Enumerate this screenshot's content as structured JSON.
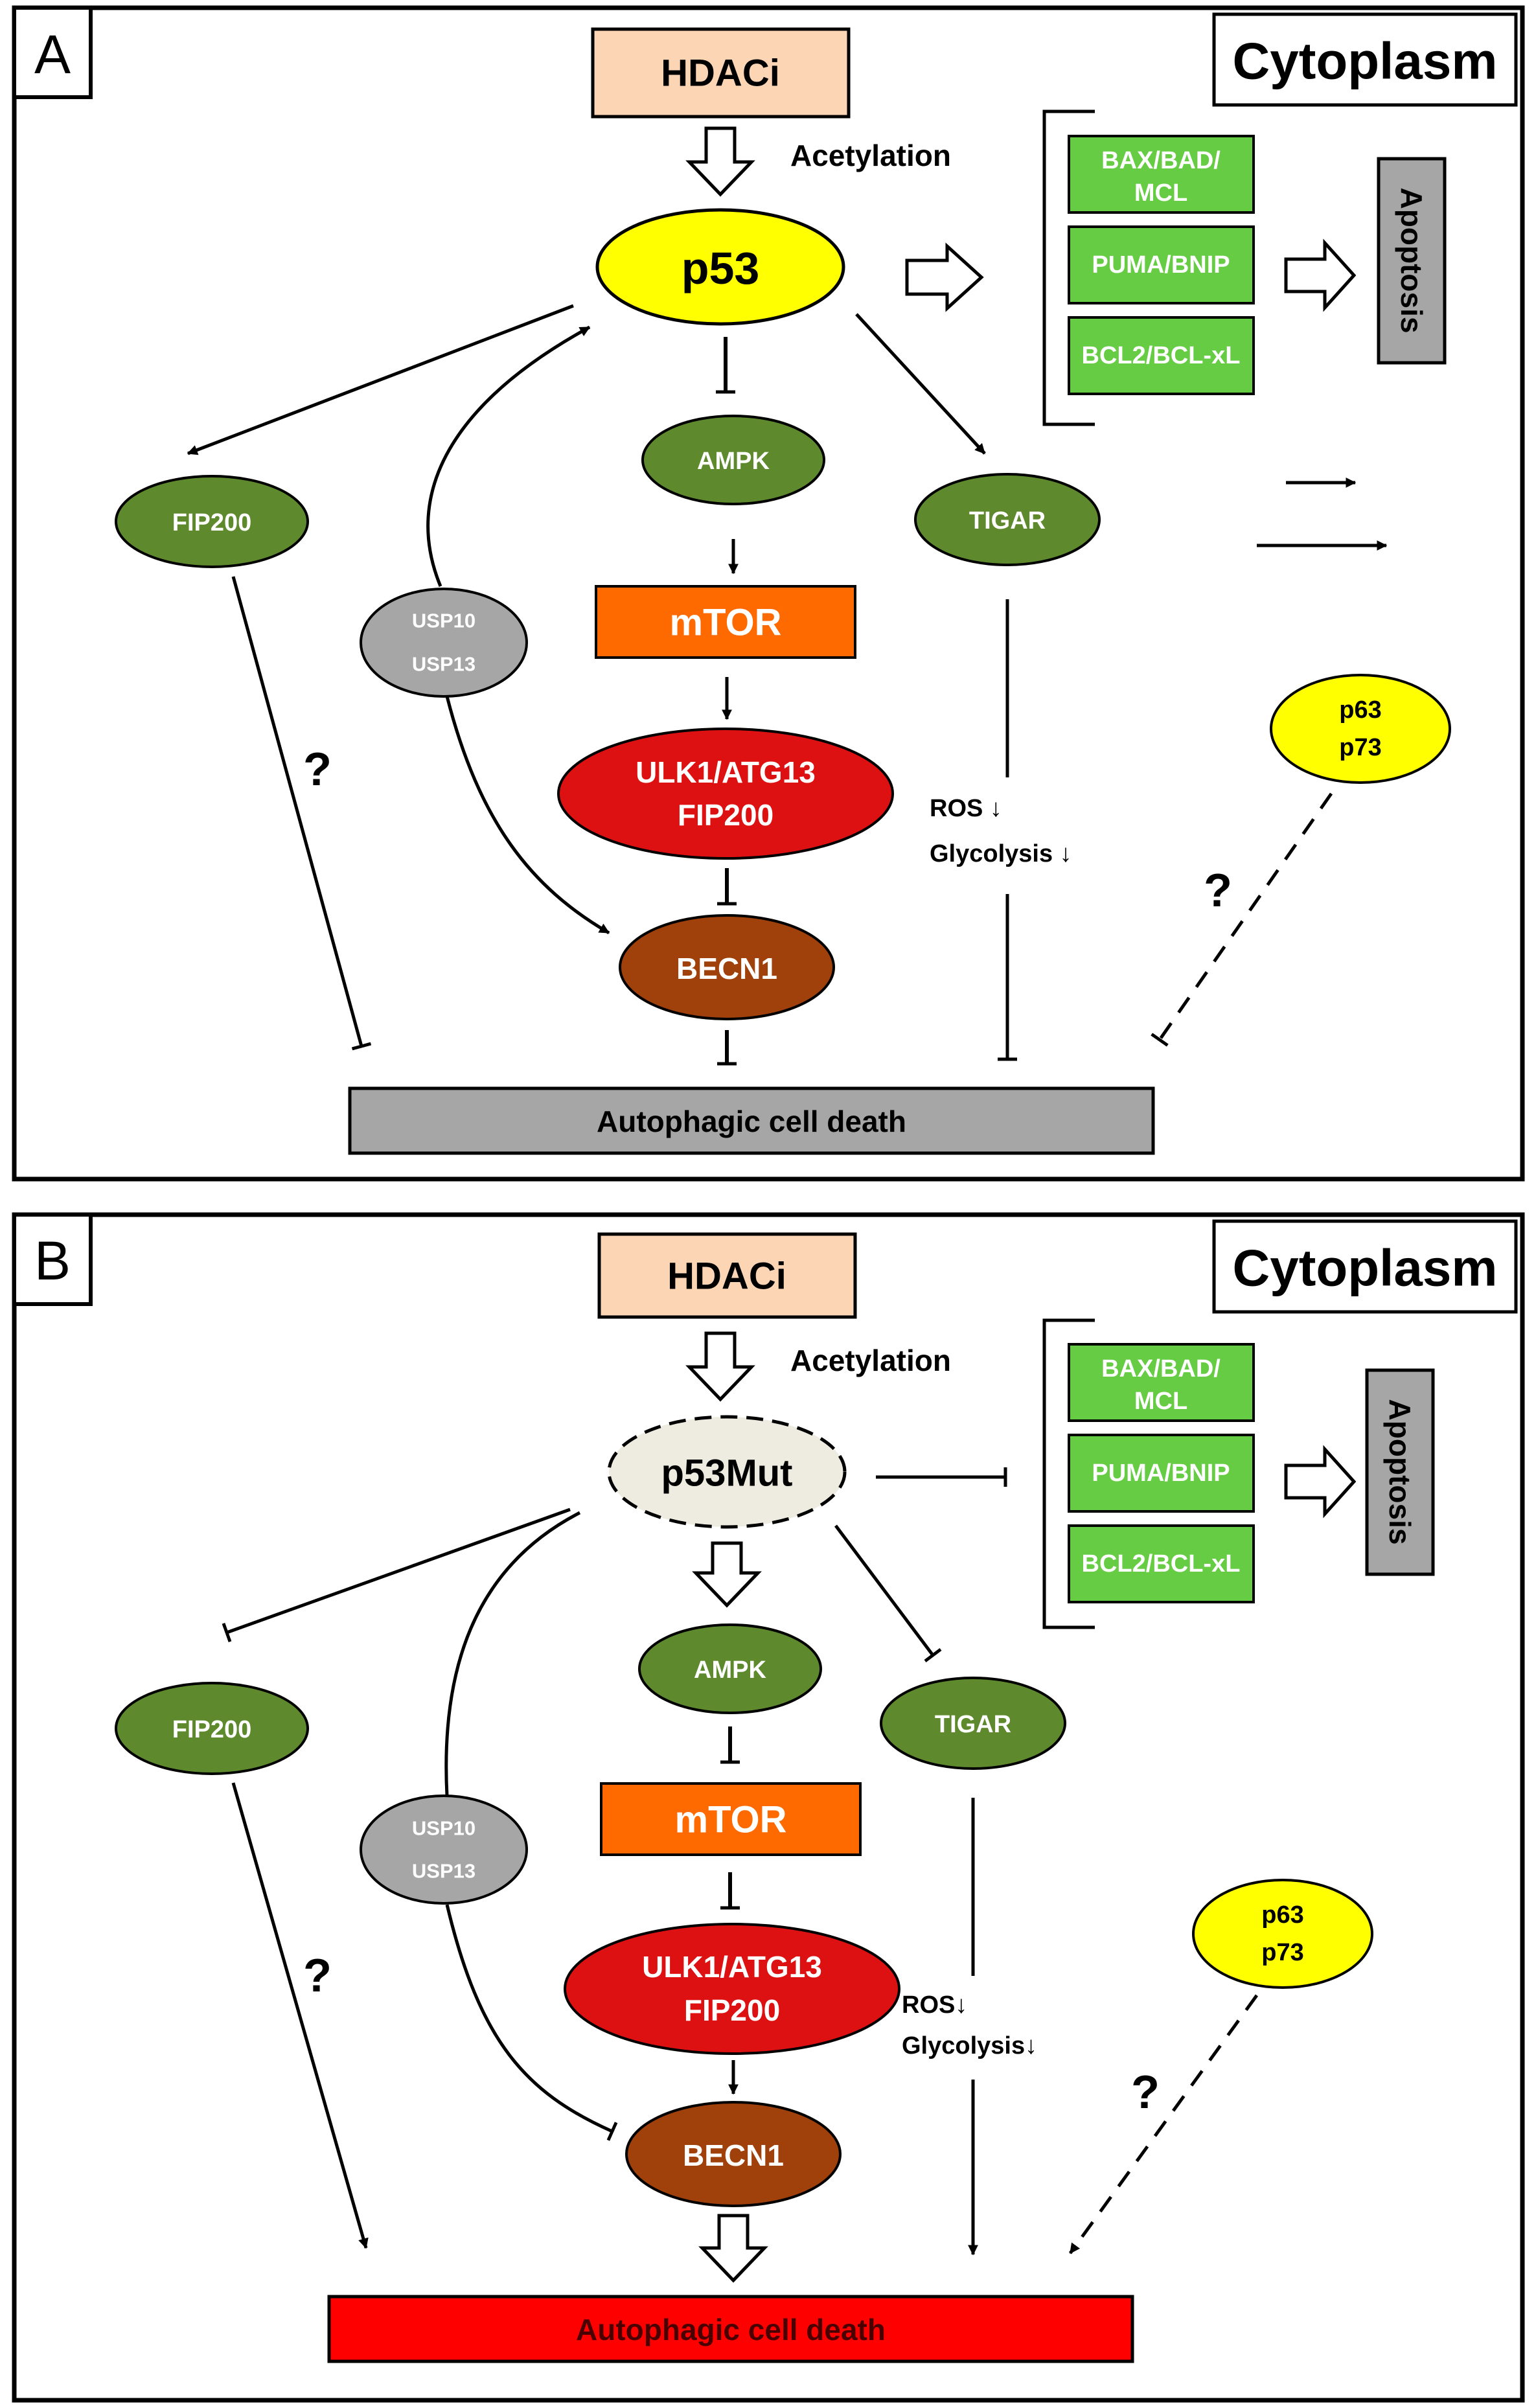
{
  "colors": {
    "hdaci_fill": "#fcd5b5",
    "p53_fill": "#ffff00",
    "p53mut_fill": "#eeece1",
    "green_node": "#5e8a2d",
    "green_box": "#66cc44",
    "mtor_fill": "#ff6a00",
    "ulk_fill": "#dd1111",
    "becn1_fill": "#a0400a",
    "usp_fill": "#a6a6a6",
    "gray_bar": "#a6a6a6",
    "red_bar": "#ff0000"
  },
  "panel_a": {
    "letter": "A",
    "compartment": "Cytoplasm",
    "hdaci": "HDACi",
    "acetylation": "Acetylation",
    "p53": "p53",
    "apoptosis_genes": [
      "BAX/BAD/",
      "MCL",
      "PUMA/BNIP",
      "BCL2/BCL-xL"
    ],
    "apoptosis": "Apoptosis",
    "fip200": "FIP200",
    "ampk": "AMPK",
    "tigar": "TIGAR",
    "usp": [
      "USP10",
      "USP13"
    ],
    "mtor": "mTOR",
    "ulk": [
      "ULK1/ATG13",
      "FIP200"
    ],
    "becn1": "BECN1",
    "ros": "ROS ↓",
    "glycolysis": "Glycolysis ↓",
    "p63_p73": [
      "p63",
      "p73"
    ],
    "question": "?",
    "outcome": "Autophagic cell death"
  },
  "panel_b": {
    "letter": "B",
    "compartment": "Cytoplasm",
    "hdaci": "HDACi",
    "acetylation": "Acetylation",
    "p53": "p53Mut",
    "apoptosis_genes": [
      "BAX/BAD/",
      "MCL",
      "PUMA/BNIP",
      "BCL2/BCL-xL"
    ],
    "apoptosis": "Apoptosis",
    "fip200": "FIP200",
    "ampk": "AMPK",
    "tigar": "TIGAR",
    "usp": [
      "USP10",
      "USP13"
    ],
    "mtor": "mTOR",
    "ulk": [
      "ULK1/ATG13",
      "FIP200"
    ],
    "becn1": "BECN1",
    "ros": "ROS↓",
    "glycolysis": "Glycolysis↓",
    "p63_p73": [
      "p63",
      "p73"
    ],
    "question": "?",
    "outcome": "Autophagic cell death"
  }
}
